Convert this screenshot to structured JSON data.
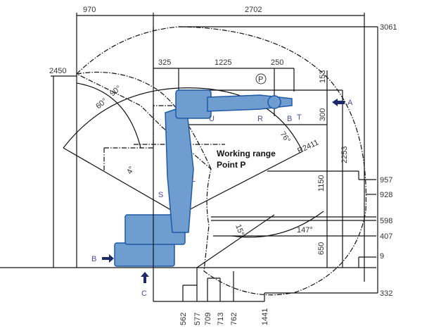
{
  "title_lines": [
    "Working range",
    "Point P"
  ],
  "top_dims": {
    "d970": "970",
    "d2702": "2702",
    "d325": "325",
    "d1225": "1225",
    "d250": "250"
  },
  "left_dims": {
    "d2450": "2450"
  },
  "right_dims": {
    "d3061": "3061",
    "d957": "957",
    "d928": "928",
    "d598": "598",
    "d407": "407",
    "d9": "9",
    "d332": "332"
  },
  "vertical_dims": {
    "d153": "153",
    "d300": "300",
    "d2253": "2253",
    "d1150": "1150",
    "d650": "650"
  },
  "bottom_dims": [
    "562",
    "577",
    "709",
    "713",
    "762",
    "1441"
  ],
  "angles": {
    "a60": "60°",
    "a90": "90°",
    "a76": "76°",
    "a4": "4°",
    "a15": "15°",
    "a147": "147°",
    "r": "R2411"
  },
  "axes": {
    "u": "U",
    "r": "R",
    "b": "B",
    "t": "T",
    "a": "A",
    "l": "L",
    "s": "S",
    "b2": "B",
    "c": "C",
    "p": "P"
  },
  "colors": {
    "envelope": "#e4eff9",
    "robot": "#6f9dd0",
    "robot_dark": "#1f5aa6",
    "arrow": "#1c2a6b"
  }
}
